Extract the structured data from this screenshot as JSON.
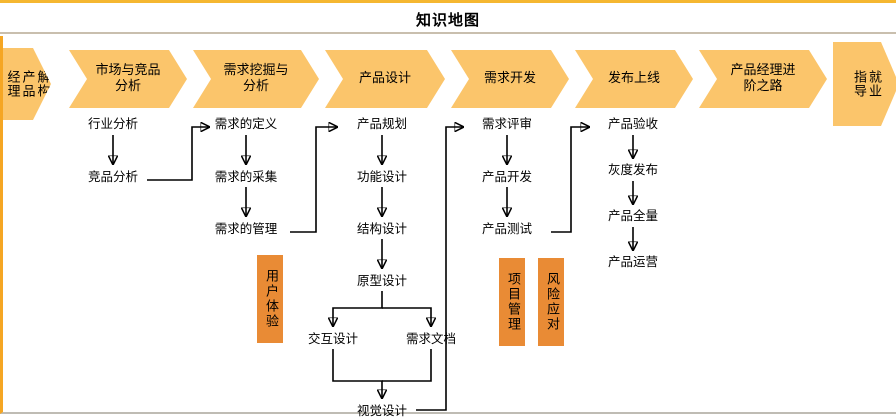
{
  "title": "知识地图",
  "colors": {
    "chevron_fill": "#FBC56B",
    "box_fill": "#E98B35",
    "title_top_border": "#F5B731",
    "title_bottom_border": "#C9BFAE",
    "canvas_left_border": "#F5A623",
    "canvas_bottom_border": "#BFBCB4",
    "connector": "#000000",
    "text": "#000000"
  },
  "stages": [
    {
      "label": "解构\n产品\n经理",
      "vertical": true,
      "style": "flat"
    },
    {
      "label": "市场与竞品\n分析",
      "vertical": false,
      "style": "notch"
    },
    {
      "label": "需求挖掘与\n分析",
      "vertical": false,
      "style": "notch"
    },
    {
      "label": "产品设计",
      "vertical": false,
      "style": "notch"
    },
    {
      "label": "需求开发",
      "vertical": false,
      "style": "notch"
    },
    {
      "label": "发布上线",
      "vertical": false,
      "style": "notch"
    },
    {
      "label": "产品经理进\n阶之路",
      "vertical": false,
      "style": "notch"
    },
    {
      "label": "就业\n指导",
      "vertical": true,
      "style": "flat"
    }
  ],
  "nodes": {
    "market": [
      {
        "label": "行业分析"
      },
      {
        "label": "竞品分析"
      }
    ],
    "requirement": [
      {
        "label": "需求的定义"
      },
      {
        "label": "需求的采集"
      },
      {
        "label": "需求的管理"
      }
    ],
    "design": [
      {
        "label": "产品规划"
      },
      {
        "label": "功能设计"
      },
      {
        "label": "结构设计"
      },
      {
        "label": "原型设计"
      },
      {
        "label": "交互设计"
      },
      {
        "label": "需求文档"
      },
      {
        "label": "视觉设计"
      }
    ],
    "develop": [
      {
        "label": "需求评审"
      },
      {
        "label": "产品开发"
      },
      {
        "label": "产品测试"
      }
    ],
    "release": [
      {
        "label": "产品验收"
      },
      {
        "label": "灰度发布"
      },
      {
        "label": "产品全量"
      },
      {
        "label": "产品运营"
      }
    ]
  },
  "pillars": [
    {
      "label": "用户体验"
    },
    {
      "label": "项目管理"
    },
    {
      "label": "风险应对"
    }
  ]
}
